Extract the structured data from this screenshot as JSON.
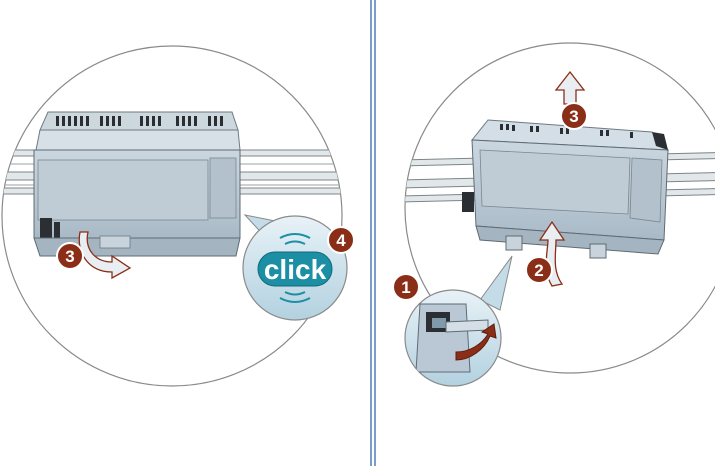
{
  "left_panel": {
    "steps": [
      {
        "number": "3",
        "meaning": "push-in"
      },
      {
        "number": "4",
        "meaning": "snap"
      }
    ],
    "click_label": "click"
  },
  "right_panel": {
    "steps": [
      {
        "number": "1"
      },
      {
        "number": "2"
      },
      {
        "number": "3"
      }
    ]
  },
  "colors": {
    "divider": "#4d7fb8",
    "circle_outline": "#8a8a8a",
    "device_body": "#b9c8d4",
    "device_top": "#d4dee6",
    "device_dark": "#2b2f33",
    "rail": "#d0d6da",
    "step_badge": "#8b2e17",
    "arrow_fill": "#e9eef2",
    "arrow_stroke": "#8b2e17",
    "click_bubble": "#1c8fa4",
    "bubble_bg": "#c4dce8"
  },
  "icons": [
    "divider-line",
    "magnify-circle",
    "rail-icon",
    "plc-module-icon",
    "push-arrow-icon",
    "lift-arrow-icon",
    "sound-waves-icon",
    "latch-detail-icon"
  ]
}
